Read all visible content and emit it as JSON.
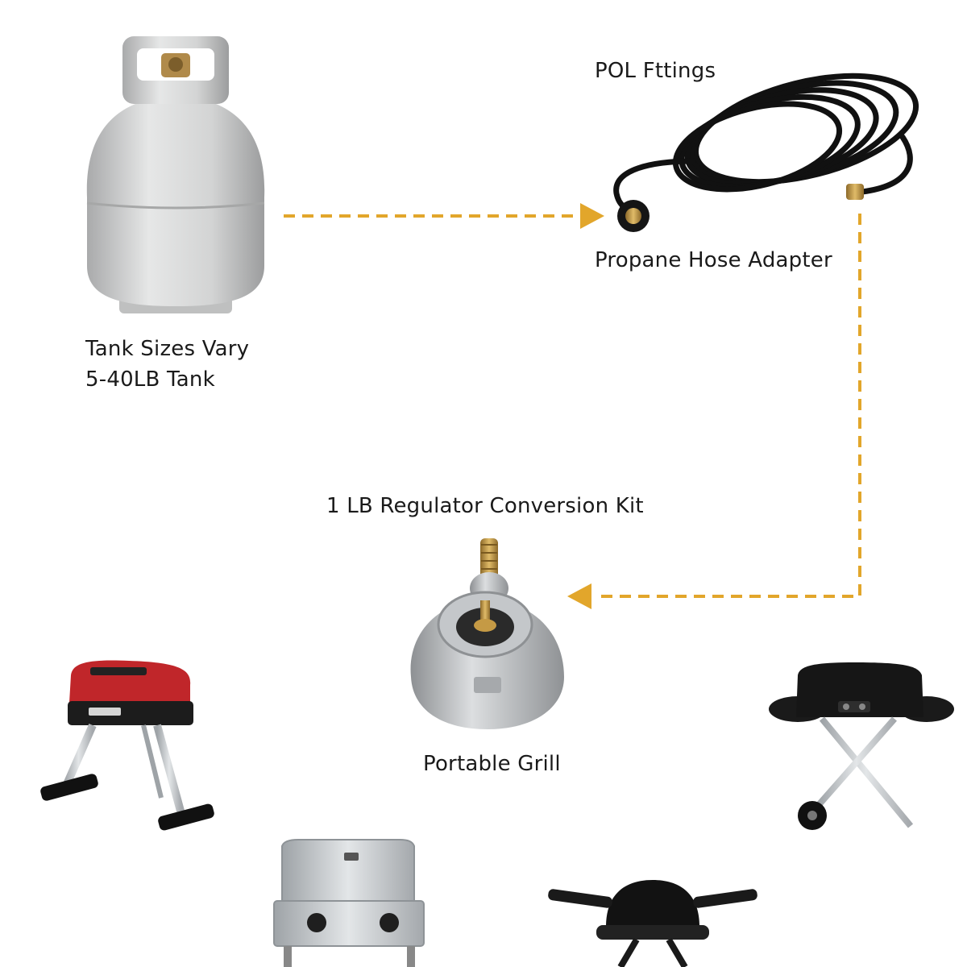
{
  "labels": {
    "tank_line1": "Tank Sizes Vary",
    "tank_line2": "5-40LB Tank",
    "pol_fittings": "POL Fttings",
    "hose_adapter": "Propane Hose Adapter",
    "regulator_kit": "1 LB Regulator Conversion Kit",
    "portable_grill": "Portable Grill"
  },
  "colors": {
    "arrow": "#e2a62b",
    "tank": "#d4d5d5",
    "hose": "#111111",
    "brass": "#c59a45",
    "regulator": "#b9bcbf",
    "grill_red": "#c0262a",
    "steel": "#c9cdd0"
  },
  "icons": [
    "propane-tank-icon",
    "hose-coil-icon",
    "regulator-icon",
    "tabletop-grill-red-icon",
    "rolling-grill-black-icon",
    "stainless-grill-icon",
    "kettle-grill-icon"
  ]
}
